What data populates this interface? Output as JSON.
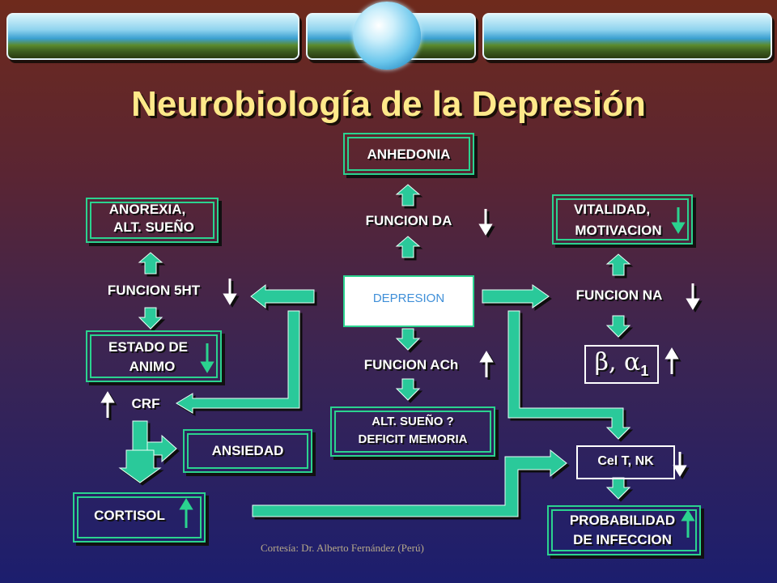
{
  "title": "Neurobiología de la Depresión",
  "center": "DEPRESION",
  "nodes": {
    "anhedonia": "ANHEDONIA",
    "funcion_da": "FUNCION DA",
    "anorexia_1": "ANOREXIA,",
    "anorexia_2": "ALT. SUEÑO",
    "funcion_5ht": "FUNCION 5HT",
    "estado_1": "ESTADO DE",
    "estado_2": "ANIMO",
    "crf": "CRF",
    "ansiedad": "ANSIEDAD",
    "cortisol": "CORTISOL",
    "vitalidad_1": "VITALIDAD,",
    "vitalidad_2": "MOTIVACION",
    "funcion_na": "FUNCION NA",
    "beta_alpha": "β, α",
    "beta_sub": "1",
    "funcion_ach": "FUNCION ACh",
    "alt_sueno_1": "ALT. SUEÑO ?",
    "alt_sueno_2": "DEFICIT MEMORIA",
    "cel_t_nk": "Cel T, NK",
    "prob_1": "PROBABILIDAD",
    "prob_2": "DE INFECCION"
  },
  "credit": "Cortesía: Dr. Alberto Fernández (Perú)",
  "colors": {
    "arrow": "#2bc99a",
    "box_border": "#2bd38f",
    "title": "#ffe98a"
  }
}
